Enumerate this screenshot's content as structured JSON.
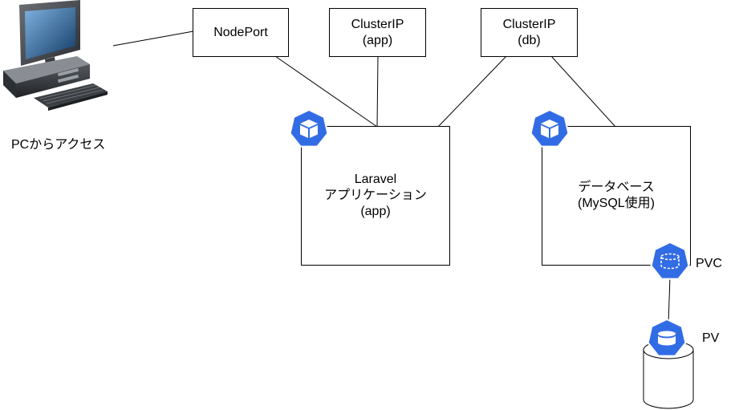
{
  "pc": {
    "label": "PCからアクセス",
    "icon": "desktop-computer-icon"
  },
  "services": {
    "nodeport": {
      "label": "NodePort"
    },
    "clusterip_app": {
      "line1": "ClusterIP",
      "line2": "(app)"
    },
    "clusterip_db": {
      "line1": "ClusterIP",
      "line2": "(db)"
    }
  },
  "pods": {
    "app": {
      "line1": "Laravel",
      "line2": "アプリケーション",
      "line3": "(app)",
      "icon": "kubernetes-pod-icon"
    },
    "db": {
      "line1": "データベース",
      "line2": "(MySQL使用)",
      "icon": "kubernetes-pod-icon"
    }
  },
  "storage": {
    "pvc": {
      "label": "PVC",
      "icon": "kubernetes-pvc-icon"
    },
    "pv": {
      "label": "PV",
      "icon": "kubernetes-pv-icon",
      "shape": "cylinder-icon"
    }
  },
  "colors": {
    "k8s_blue": "#326CE5",
    "line": "#000000"
  }
}
